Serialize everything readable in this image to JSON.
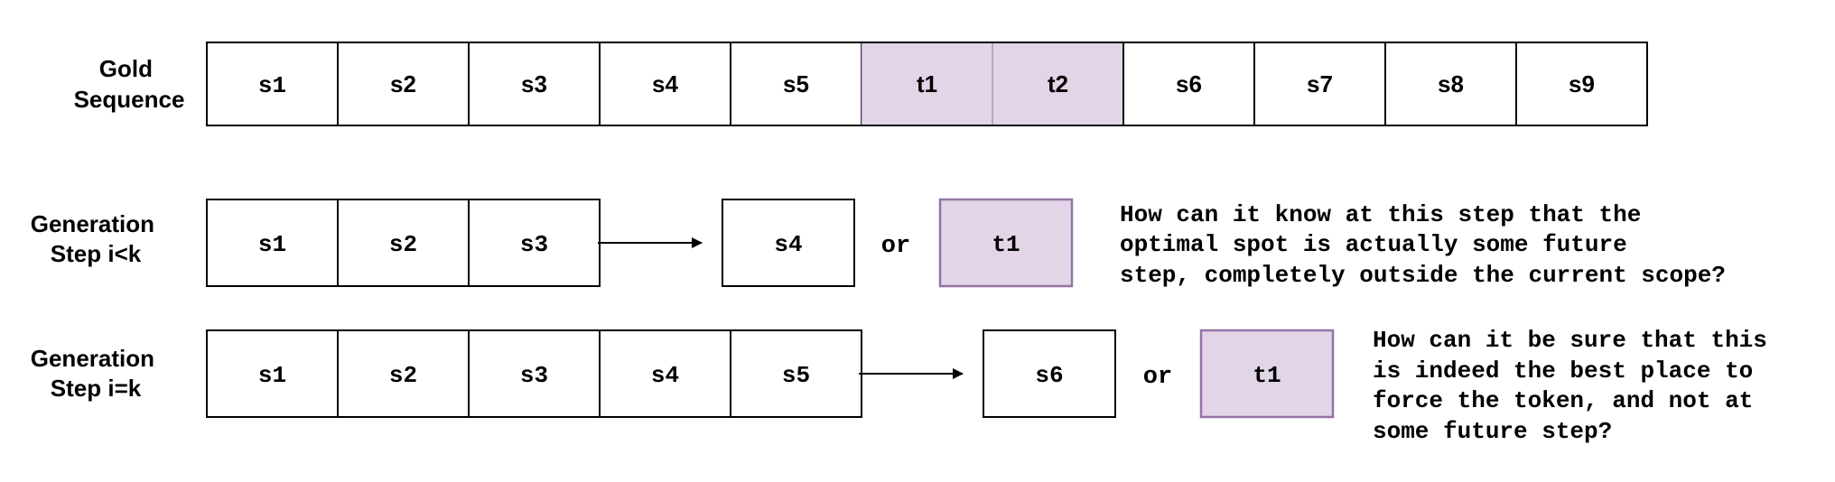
{
  "colors": {
    "highlight_fill": "#e1d5e7",
    "highlight_stroke": "#9673a6",
    "cell_stroke": "#000000"
  },
  "gold": {
    "label": [
      "Gold",
      "Sequence"
    ],
    "cells": [
      {
        "text": "s1",
        "style": "mono",
        "highlight": false
      },
      {
        "text": "s2",
        "style": "sans",
        "highlight": false
      },
      {
        "text": "s3",
        "style": "sans",
        "highlight": false
      },
      {
        "text": "s4",
        "style": "sans",
        "highlight": false
      },
      {
        "text": "s5",
        "style": "sans",
        "highlight": false
      },
      {
        "text": "t1",
        "style": "sans",
        "highlight": true
      },
      {
        "text": "t2",
        "style": "sans",
        "highlight": true
      },
      {
        "text": "s6",
        "style": "sans",
        "highlight": false
      },
      {
        "text": "s7",
        "style": "sans",
        "highlight": false
      },
      {
        "text": "s8",
        "style": "sans",
        "highlight": false
      },
      {
        "text": "s9",
        "style": "sans",
        "highlight": false
      }
    ]
  },
  "step_lt": {
    "label": [
      "Generation",
      "Step i<k"
    ],
    "cells": [
      "s1",
      "s2",
      "s3"
    ],
    "option_a": "s4",
    "or": "or",
    "option_b": "t1",
    "note": [
      "How can it know at this step that the",
      "optimal spot is actually some future",
      "step, completely outside the current scope?"
    ]
  },
  "step_eq": {
    "label": [
      "Generation",
      "Step i=k"
    ],
    "cells": [
      "s1",
      "s2",
      "s3",
      "s4",
      "s5"
    ],
    "option_a": "s6",
    "or": "or",
    "option_b": "t1",
    "note": [
      "How can it be sure that this",
      "is indeed the best place to",
      "force the token, and not at",
      "some future step?"
    ]
  }
}
